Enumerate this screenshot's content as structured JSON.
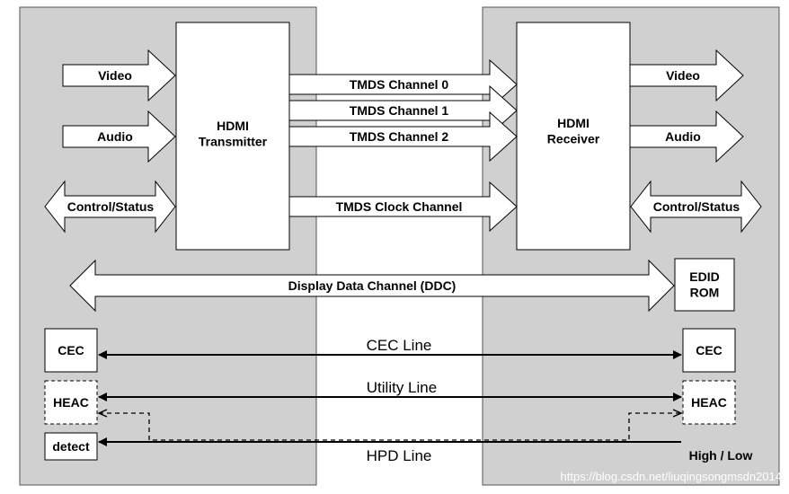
{
  "colors": {
    "panel": "#d0d0d0",
    "box": "#ffffff",
    "line": "#000000",
    "watermark": "#ffffff"
  },
  "transmitter": {
    "title": "HDMI\nTransmitter",
    "inputs": {
      "video": "Video",
      "audio": "Audio",
      "control": "Control/Status"
    },
    "cec": "CEC",
    "heac": "HEAC",
    "detect": "detect"
  },
  "receiver": {
    "title": "HDMI\nReceiver",
    "outputs": {
      "video": "Video",
      "audio": "Audio",
      "control": "Control/Status"
    },
    "edid": "EDID\nROM",
    "cec": "CEC",
    "heac": "HEAC",
    "hpd_state": "High / Low"
  },
  "channels": {
    "tmds0": "TMDS Channel 0",
    "tmds1": "TMDS Channel 1",
    "tmds2": "TMDS Channel 2",
    "clock": "TMDS Clock Channel",
    "ddc": "Display Data Channel (DDC)"
  },
  "lines": {
    "cec": "CEC Line",
    "utility": "Utility Line",
    "hpd": "HPD Line"
  },
  "watermark": "https://blog.csdn.net/liuqingsongmsdn2014"
}
